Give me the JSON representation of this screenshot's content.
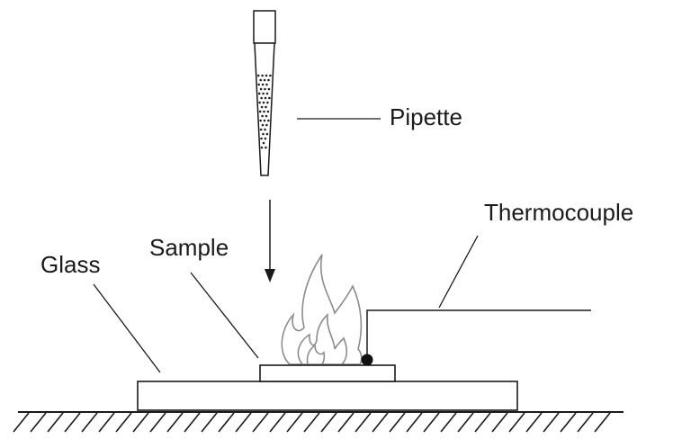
{
  "labels": {
    "pipette": "Pipette",
    "thermocouple": "Thermocouple",
    "sample": "Sample",
    "glass": "Glass"
  },
  "colors": {
    "line": "#1a1a1a",
    "flame": "#8c8c8c",
    "dots": "#222222"
  }
}
